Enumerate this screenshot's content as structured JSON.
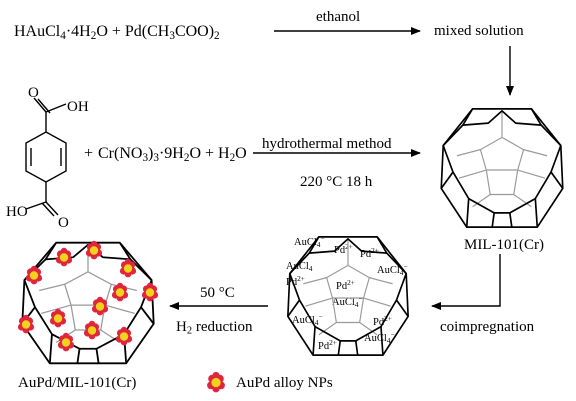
{
  "reaction1": {
    "reactants": [
      "HAuCl",
      "4",
      "·4H",
      "2",
      "O + Pd(CH",
      "3",
      "COO)",
      "2"
    ],
    "condition": "ethanol",
    "product": "mixed solution"
  },
  "reaction2": {
    "acid_groups": [
      "OH",
      "O",
      "HO",
      "O"
    ],
    "plus1": "+",
    "chromium_salt": [
      "Cr(NO",
      "3",
      ")",
      "3",
      "·9H",
      "2",
      "O + H",
      "2",
      "O"
    ],
    "condition_top": "hydrothermal method",
    "condition_bottom": "220 °C 18 h"
  },
  "framework_label": "MIL-101(Cr)",
  "step3": {
    "condition": "coimpregnation"
  },
  "impregnated_labels": [
    "AuCl",
    "4",
    "−",
    "Pd",
    "2+",
    "AuCl",
    "4",
    "Pd",
    "2+",
    "AuCl",
    "4",
    "−",
    "Pd",
    "2+",
    "AuCl",
    "4",
    "−",
    "AuCl",
    "4",
    "−",
    "Pd",
    "2+",
    "Pd",
    "2+",
    "Pd",
    "2+",
    "AuCl",
    "4",
    "−"
  ],
  "step4": {
    "temperature": "50 °C",
    "reduction": [
      "H",
      "2",
      " reduction"
    ]
  },
  "product_label": "AuPd/MIL-101(Cr)",
  "legend": {
    "label": "AuPd alloy NPs",
    "nanoparticle_color": "#e0263d",
    "nanoparticle_core_color": "#f2d21b"
  }
}
